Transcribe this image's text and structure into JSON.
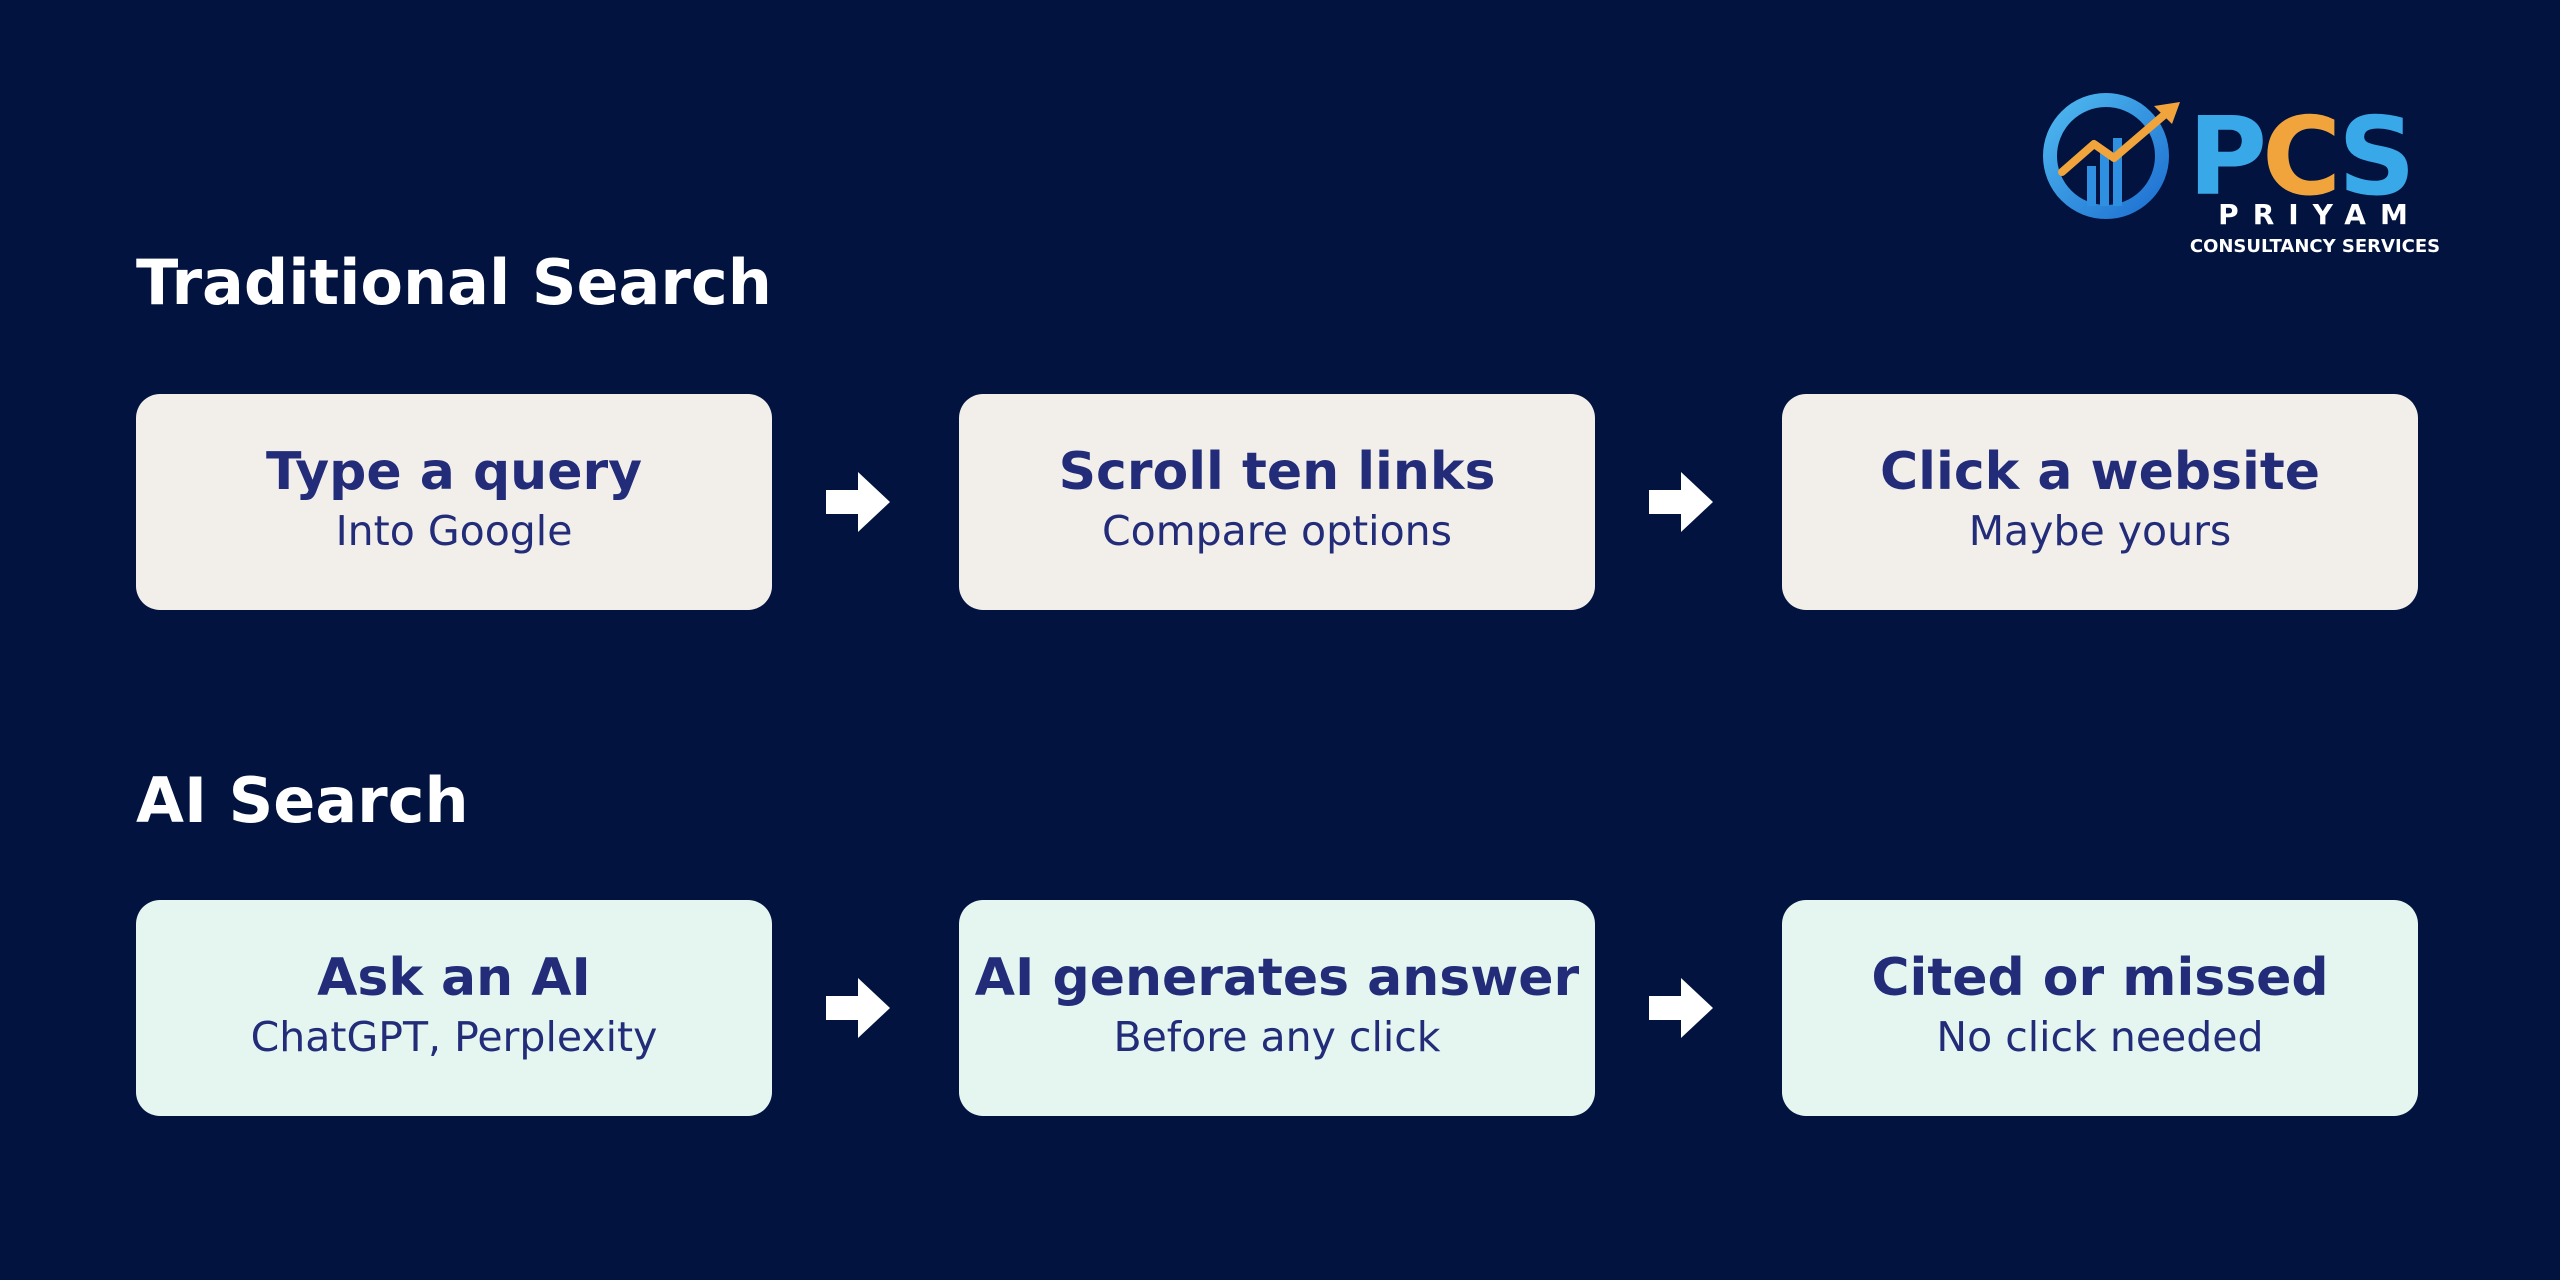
{
  "brand": {
    "letters": [
      "P",
      "C",
      "S"
    ],
    "name": "PRIYAM",
    "tagline": "CONSULTANCY SERVICES",
    "colors": {
      "blue": "#39a8e8",
      "orange": "#f0a43b",
      "white": "#ffffff"
    }
  },
  "colors": {
    "background": "#02133f",
    "traditional_card": "#f2efeb",
    "ai_card": "#e5f6f1",
    "card_text": "#222c78",
    "arrow": "#ffffff"
  },
  "sections": [
    {
      "title": "Traditional Search",
      "steps": [
        {
          "title": "Type a query",
          "subtitle": "Into Google"
        },
        {
          "title": "Scroll ten links",
          "subtitle": "Compare options"
        },
        {
          "title": "Click a website",
          "subtitle": "Maybe yours"
        }
      ]
    },
    {
      "title": "AI Search",
      "steps": [
        {
          "title": "Ask an AI",
          "subtitle": "ChatGPT, Perplexity"
        },
        {
          "title": "AI generates answer",
          "subtitle": "Before any click"
        },
        {
          "title": "Cited or missed",
          "subtitle": "No click needed"
        }
      ]
    }
  ],
  "arrow_icon": "right-arrow-icon"
}
